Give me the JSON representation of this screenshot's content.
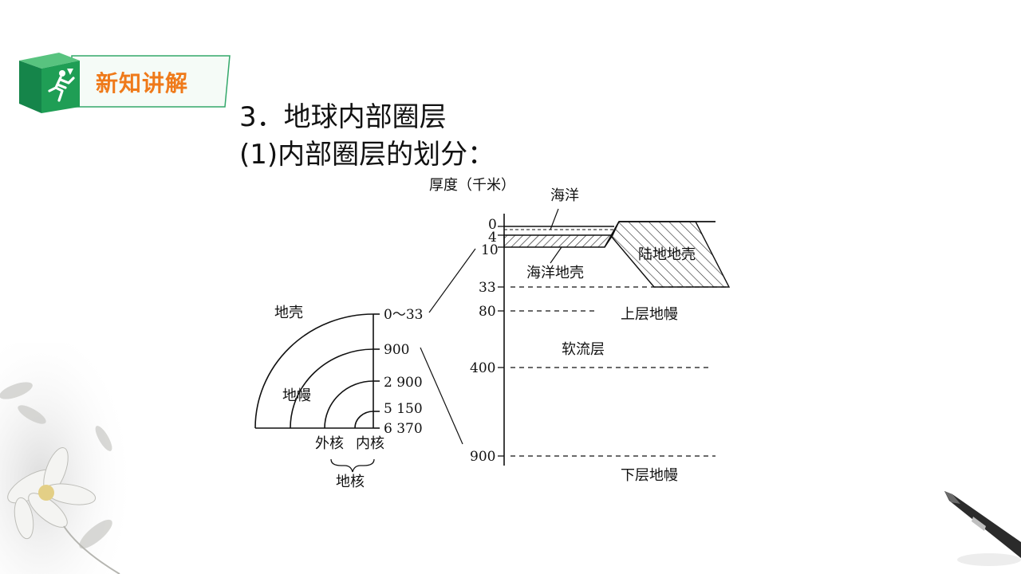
{
  "banner": {
    "label": "新知讲解",
    "icon": "running-figure-icon",
    "colors": {
      "cube_green": "#1f9e55",
      "label_orange": "#ef7a1a",
      "frame_green": "#33a86a"
    }
  },
  "heading": {
    "line1": "3．地球内部圈层",
    "line2": "(1)内部圈层的划分："
  },
  "diagram": {
    "left": {
      "crust_label": "地壳",
      "mantle_label": "地幔",
      "outer_core_label": "外核",
      "inner_core_label": "内核",
      "core_label": "地核",
      "depths": [
        "0～33",
        "900",
        "2 900",
        "5 150",
        "6 370"
      ]
    },
    "right": {
      "axis_title": "厚度（千米）",
      "ocean_label": "海洋",
      "oceanic_crust_label": "海洋地壳",
      "continental_crust_label": "陆地地壳",
      "upper_mantle_label": "上层地幔",
      "asthenosphere_label": "软流层",
      "lower_mantle_label": "下层地幔",
      "ticks": [
        "0",
        "4",
        "10",
        "33",
        "80",
        "400",
        "900"
      ]
    }
  }
}
